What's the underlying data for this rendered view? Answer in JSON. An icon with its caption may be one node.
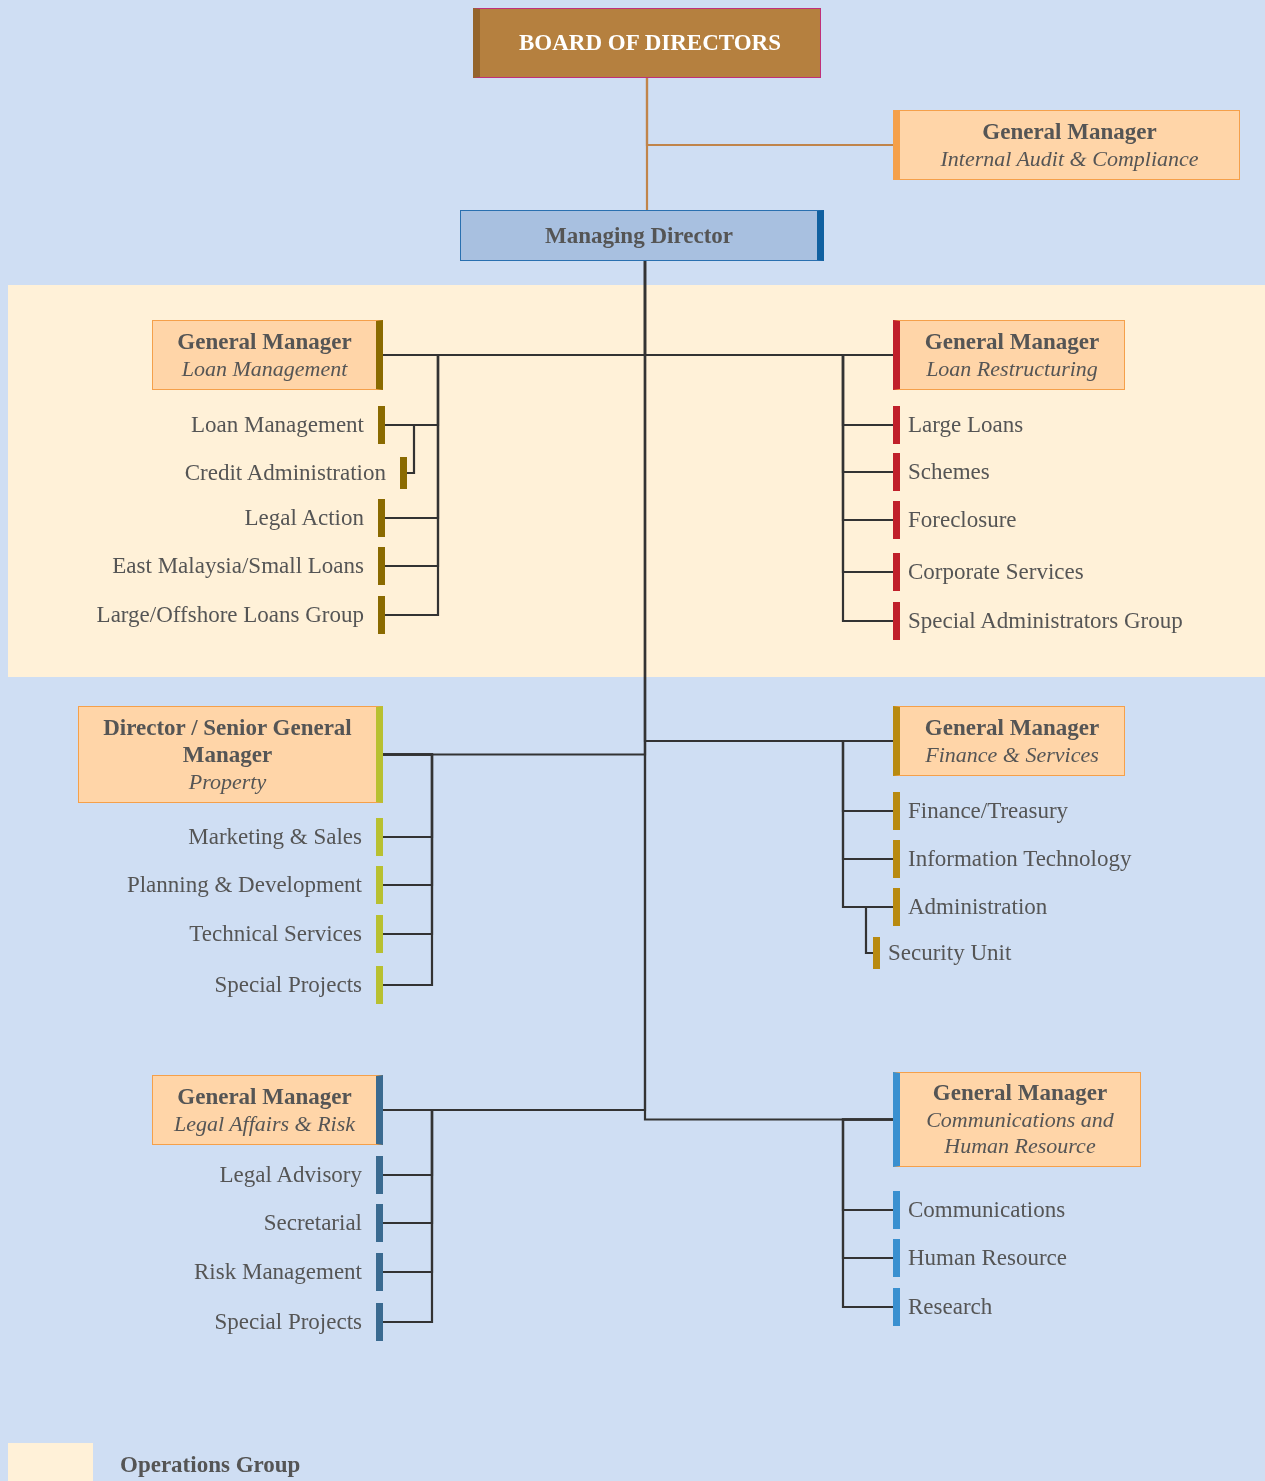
{
  "diagram": {
    "nodes": [
      {
        "text": [
          "BOARD OF DIRECTORS"
        ]
      },
      {
        "text": [
          "General Manager",
          "Internal Audit & Compliance"
        ]
      },
      {
        "text": [
          "Managing Director"
        ]
      },
      {
        "text": [
          "General Manager",
          "Loan Management"
        ]
      },
      {
        "text": [
          "Loan Management"
        ]
      },
      {
        "text": [
          "Credit Administration"
        ]
      },
      {
        "text": [
          "Legal Action"
        ]
      },
      {
        "text": [
          "East Malaysia/Small Loans"
        ]
      },
      {
        "text": [
          "Large/Offshore Loans Group"
        ]
      },
      {
        "text": [
          "General Manager",
          "Loan Restructuring"
        ]
      },
      {
        "text": [
          "Large Loans"
        ]
      },
      {
        "text": [
          "Schemes"
        ]
      },
      {
        "text": [
          "Foreclosure"
        ]
      },
      {
        "text": [
          "Corporate Services"
        ]
      },
      {
        "text": [
          "Special Administrators Group"
        ]
      },
      {
        "text": [
          "Director / Senior General Manager",
          "Property"
        ]
      },
      {
        "text": [
          "Marketing & Sales"
        ]
      },
      {
        "text": [
          "Planning & Development"
        ]
      },
      {
        "text": [
          "Technical Services"
        ]
      },
      {
        "text": [
          "Special Projects"
        ]
      },
      {
        "text": [
          "General Manager",
          "Finance & Services"
        ]
      },
      {
        "text": [
          "Finance/Treasury"
        ]
      },
      {
        "text": [
          "Information Technology"
        ]
      },
      {
        "text": [
          "Administration"
        ]
      },
      {
        "text": [
          "Security Unit"
        ]
      },
      {
        "text": [
          "General Manager",
          "Legal Affairs & Risk"
        ]
      },
      {
        "text": [
          "Legal Advisory"
        ]
      },
      {
        "text": [
          "Secretarial"
        ]
      },
      {
        "text": [
          "Risk Management"
        ]
      },
      {
        "text": [
          "Special Projects"
        ]
      },
      {
        "text": [
          "General Manager",
          "Communications and Human Resource"
        ]
      },
      {
        "text": [
          "Communications"
        ]
      },
      {
        "text": [
          "Human Resource"
        ]
      },
      {
        "text": [
          "Research"
        ]
      }
    ],
    "edges": [
      {
        "from": 0,
        "to": 1,
        "arrow": "none",
        "color": "#c0844a"
      },
      {
        "from": 0,
        "to": 2,
        "arrow": "none",
        "color": "#c0844a"
      },
      {
        "from": 2,
        "to": 3,
        "arrow": "none"
      },
      {
        "from": 2,
        "to": 9,
        "arrow": "none"
      },
      {
        "from": 2,
        "to": 15,
        "arrow": "none"
      },
      {
        "from": 2,
        "to": 20,
        "arrow": "none"
      },
      {
        "from": 2,
        "to": 25,
        "arrow": "none"
      },
      {
        "from": 2,
        "to": 30,
        "arrow": "none"
      },
      {
        "from": 3,
        "to": 4,
        "arrow": "none"
      },
      {
        "from": 4,
        "to": 5,
        "arrow": "none"
      },
      {
        "from": 3,
        "to": 6,
        "arrow": "none"
      },
      {
        "from": 3,
        "to": 7,
        "arrow": "none"
      },
      {
        "from": 3,
        "to": 8,
        "arrow": "none"
      },
      {
        "from": 9,
        "to": 10,
        "arrow": "none"
      },
      {
        "from": 9,
        "to": 11,
        "arrow": "none"
      },
      {
        "from": 9,
        "to": 12,
        "arrow": "none"
      },
      {
        "from": 9,
        "to": 13,
        "arrow": "none"
      },
      {
        "from": 9,
        "to": 14,
        "arrow": "none"
      },
      {
        "from": 15,
        "to": 16,
        "arrow": "none"
      },
      {
        "from": 15,
        "to": 17,
        "arrow": "none"
      },
      {
        "from": 15,
        "to": 18,
        "arrow": "none"
      },
      {
        "from": 15,
        "to": 19,
        "arrow": "none"
      },
      {
        "from": 20,
        "to": 21,
        "arrow": "none"
      },
      {
        "from": 20,
        "to": 22,
        "arrow": "none"
      },
      {
        "from": 20,
        "to": 23,
        "arrow": "none"
      },
      {
        "from": 23,
        "to": 24,
        "arrow": "none"
      },
      {
        "from": 25,
        "to": 26,
        "arrow": "none"
      },
      {
        "from": 25,
        "to": 27,
        "arrow": "none"
      },
      {
        "from": 25,
        "to": 28,
        "arrow": "none"
      },
      {
        "from": 25,
        "to": 29,
        "arrow": "none"
      },
      {
        "from": 30,
        "to": 31,
        "arrow": "none"
      },
      {
        "from": 30,
        "to": 32,
        "arrow": "none"
      },
      {
        "from": 30,
        "to": 33,
        "arrow": "none"
      }
    ],
    "legend": [
      {
        "text": "Operations Group",
        "color": "#fff1d8"
      }
    ]
  }
}
